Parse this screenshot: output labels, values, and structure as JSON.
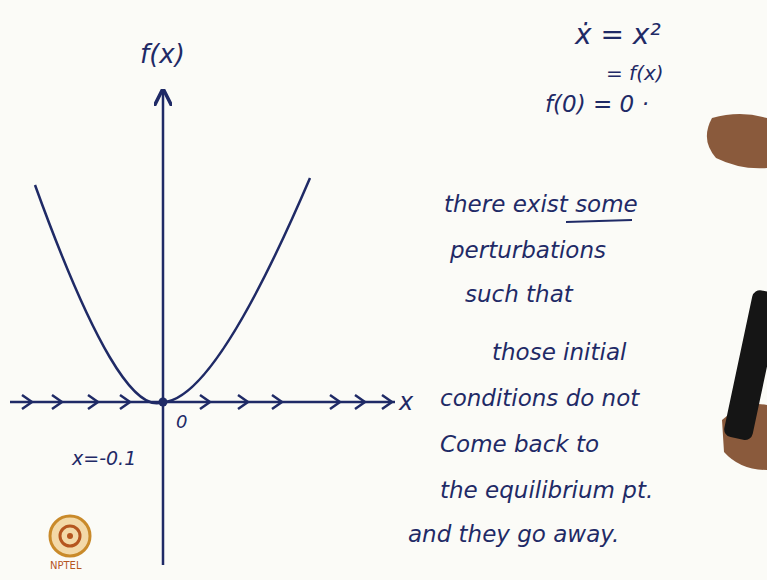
{
  "diagram": {
    "labels": [
      "f(x)",
      "x",
      "0",
      "x=-0.1",
      "ẋ = x²",
      "= f(x)",
      "f(0) = 0 ·",
      "there exist some",
      "perturbations",
      "such that",
      "those initial",
      "conditions do not",
      "Come back to",
      "the equilibrium pt.",
      "and they go away.",
      "NPTEL"
    ]
  }
}
